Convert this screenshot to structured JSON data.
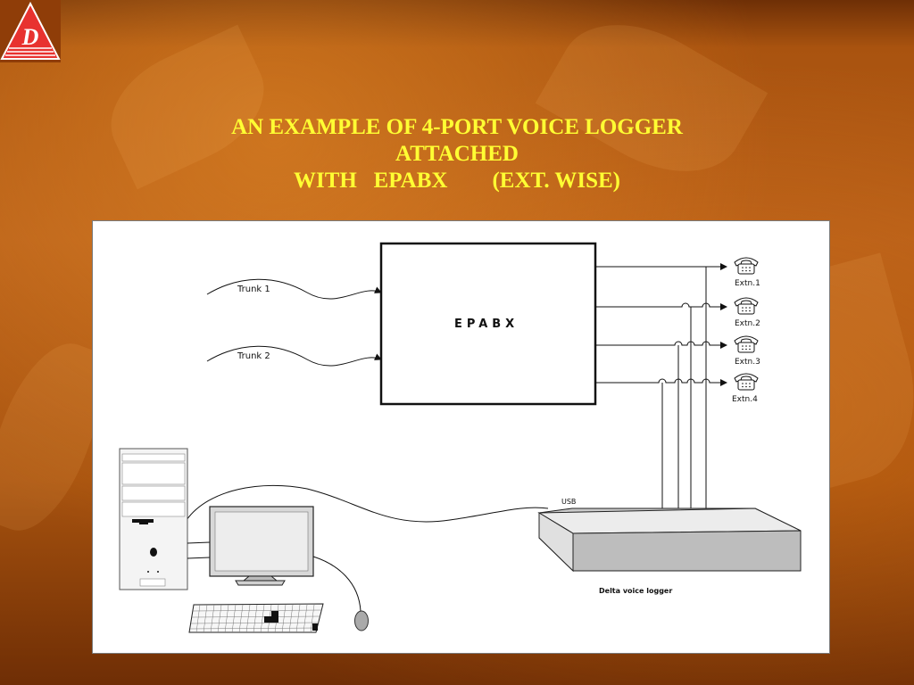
{
  "slide": {
    "title_lines": [
      "AN EXAMPLE OF 4-PORT VOICE LOGGER",
      "ATTACHED",
      "WITH   EPABX        (EXT. WISE)"
    ],
    "logo_letter": "D"
  },
  "diagram": {
    "epabx_label": "EPABX",
    "trunks": [
      "Trunk 1",
      "Trunk 2"
    ],
    "extensions": [
      "Extn.1",
      "Extn.2",
      "Extn.3",
      "Extn.4"
    ],
    "usb_label": "USB",
    "logger_label": "Delta voice logger"
  },
  "colors": {
    "title": "#ffff33",
    "background": "#b8601a",
    "logo_red": "#e8322f"
  }
}
